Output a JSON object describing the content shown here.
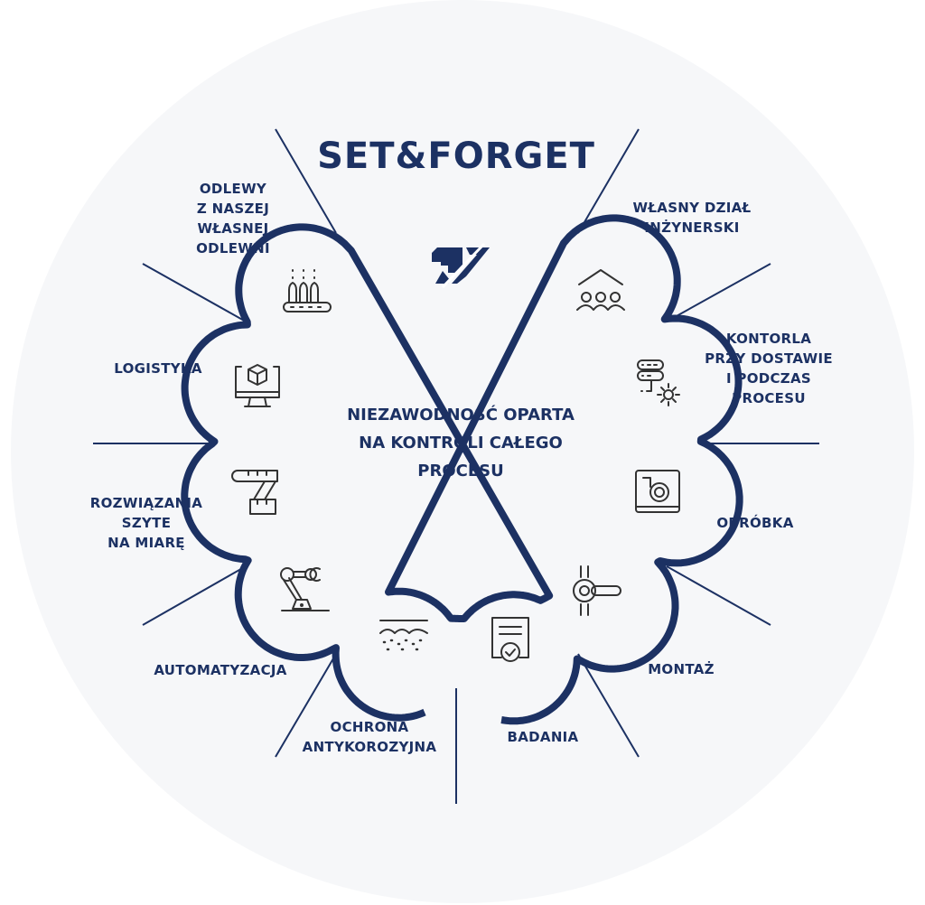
{
  "title": "SET&FORGET",
  "center": {
    "lines": [
      "NIEZAWODNOŚĆ OPARTA",
      "NA KONTROLI CAŁEGO",
      "PROCESU"
    ]
  },
  "colors": {
    "navy": "#1c3163",
    "background": "#f6f7f9",
    "icon": "#333333"
  },
  "labels": {
    "odlewy": [
      "ODLEWY",
      "Z NASZEJ",
      "WŁASNEJ",
      "ODLEWNI"
    ],
    "inzynierski": [
      "WŁASNY DZIAŁ",
      "INŻYNERSKI"
    ],
    "kontrola": [
      "KONTORLA",
      "PRZY DOSTAWIE",
      "I PODCZAS",
      "PROCESU"
    ],
    "logistyka": [
      "LOGISTYKA"
    ],
    "obrobka": [
      "OBRÓBKA"
    ],
    "rozwiazania": [
      "ROZWIĄZANIA",
      "SZYTE",
      "NA MIARĘ"
    ],
    "montaz": [
      "MONTAŻ"
    ],
    "automatyzacja": [
      "AUTOMATYZACJA"
    ],
    "ochrona": [
      "OCHRONA",
      "ANTYKOROZYJNA"
    ],
    "badania": [
      "BADANIA"
    ]
  },
  "icons": [
    "logo-icon",
    "casting-icon",
    "engineering-team-icon",
    "inspection-gear-icon",
    "machining-icon",
    "assembly-icon",
    "testing-certificate-icon",
    "anticorrosion-coating-icon",
    "robot-arm-icon",
    "tape-measure-icon",
    "logistics-monitor-icon"
  ]
}
